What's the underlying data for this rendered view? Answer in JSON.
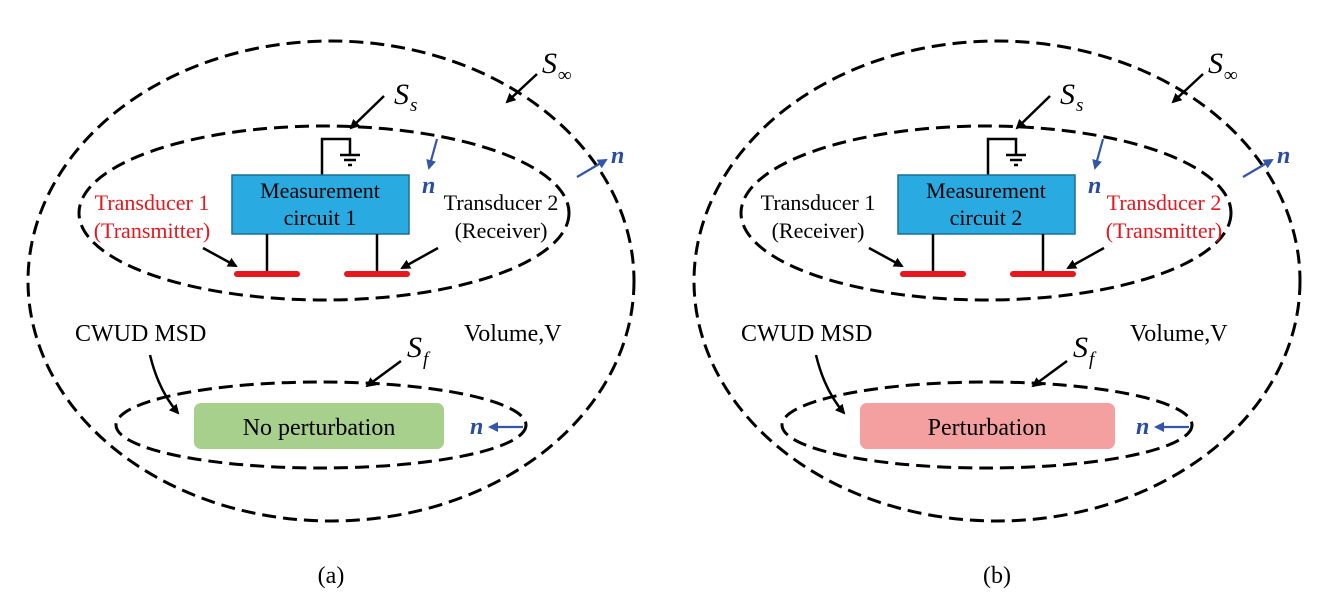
{
  "panels": [
    {
      "caption": "(a)",
      "outer_surface": {
        "symbol": "S",
        "subscript": "∞"
      },
      "source_surface": {
        "symbol": "S",
        "subscript": "s"
      },
      "fluid_surface": {
        "symbol": "S",
        "subscript": "f"
      },
      "normal_label": "n",
      "circuit": {
        "line1": "Measurement",
        "line2": "circuit 1",
        "color": "#29abe2"
      },
      "transducer_left": {
        "line1": "Transducer 1",
        "line2": "(Transmitter)",
        "color": "#e8171d"
      },
      "transducer_right": {
        "line1": "Transducer 2",
        "line2": "(Receiver)",
        "color": "#000000"
      },
      "msd_label": "CWUD MSD",
      "volume_label": "Volume,V",
      "state": {
        "label": "No perturbation",
        "color": "#a8d08d"
      }
    },
    {
      "caption": "(b)",
      "outer_surface": {
        "symbol": "S",
        "subscript": "∞"
      },
      "source_surface": {
        "symbol": "S",
        "subscript": "s"
      },
      "fluid_surface": {
        "symbol": "S",
        "subscript": "f"
      },
      "normal_label": "n",
      "circuit": {
        "line1": "Measurement",
        "line2": "circuit 2",
        "color": "#29abe2"
      },
      "transducer_left": {
        "line1": "Transducer 1",
        "line2": "(Receiver)",
        "color": "#000000"
      },
      "transducer_right": {
        "line1": "Transducer 2",
        "line2": "(Transmitter)",
        "color": "#e8171d"
      },
      "msd_label": "CWUD MSD",
      "volume_label": "Volume,V",
      "state": {
        "label": "Perturbation",
        "color": "#f4a0a0"
      }
    }
  ],
  "colors": {
    "transducer_bar": "#e8171d",
    "normal_vector": "#2a4da3"
  }
}
